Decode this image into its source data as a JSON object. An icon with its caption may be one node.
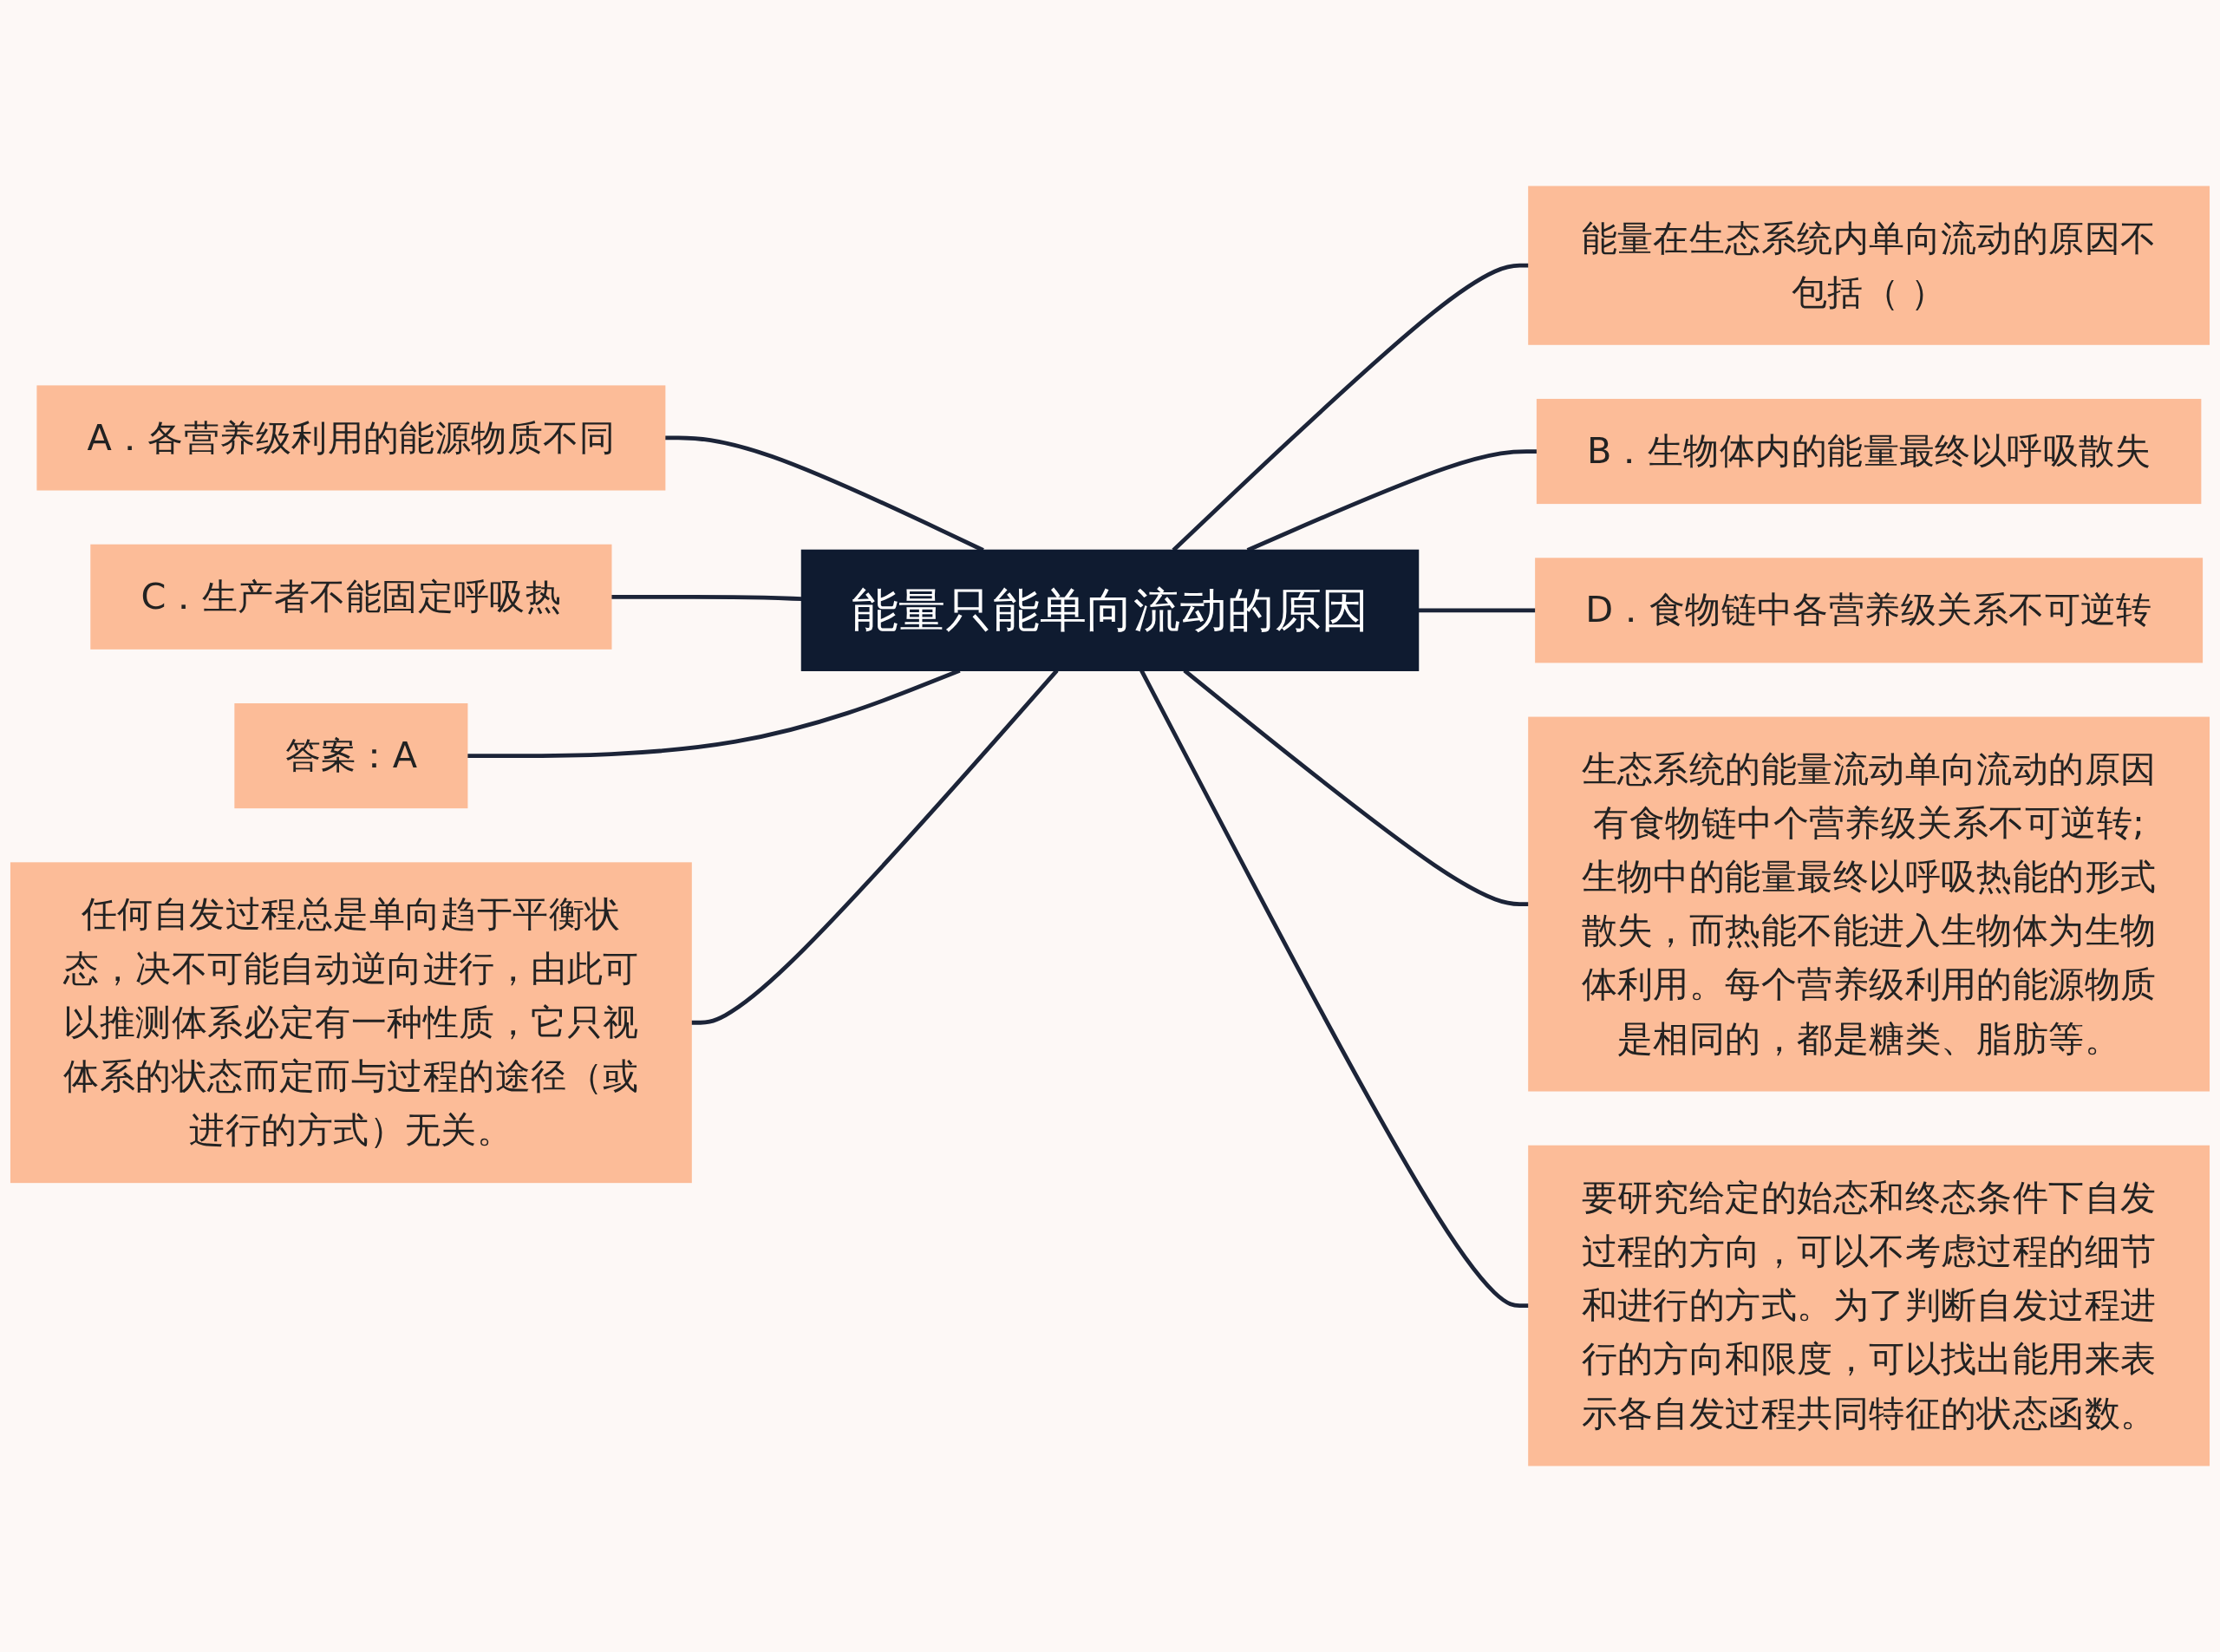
{
  "diagram": {
    "nodes": [
      {
        "text": [
          "能量只能单向流动的原因"
        ]
      },
      {
        "text": [
          "能量在生态系统内单向流动的原因不包括（ ）"
        ]
      },
      {
        "text": [
          "B．生物体内的能量最终以呼吸散失"
        ]
      },
      {
        "text": [
          "D．食物链中各营养级关系不可逆转"
        ]
      },
      {
        "text": [
          "生态系统的能量流动单向流动的原因有食物链中个营养级关系不可逆转;生物中的能量最终以呼吸热能的形式散失，而热能不能进入生物体为生物体利用。每个营养级利用的能源物质是相同的，都是糖类、脂肪等。"
        ]
      },
      {
        "text": [
          "要研究给定的始态和终态条件下自发过程的方向，可以不考虑过程的细节和进行的方式。为了判断自发过程进行的方向和限度，可以找出能用来表示各自发过程共同特征的状态函数。"
        ]
      },
      {
        "text": [
          "A．各营养级利用的能源物质不同"
        ]
      },
      {
        "text": [
          "C．生产者不能固定呼吸热"
        ]
      },
      {
        "text": [
          "答案：A"
        ]
      },
      {
        "text": [
          "任何自发过程总是单向趋于平衡状态，决不可能自动逆向进行，由此可以推测体系必定有一种性质，它只视体系的状态而定而与过程的途径（或进行的方式）无关。"
        ]
      }
    ],
    "edges": [
      {
        "from": 0,
        "to": 1,
        "arrow": "none"
      },
      {
        "from": 0,
        "to": 2,
        "arrow": "none"
      },
      {
        "from": 0,
        "to": 3,
        "arrow": "none"
      },
      {
        "from": 0,
        "to": 4,
        "arrow": "none"
      },
      {
        "from": 0,
        "to": 5,
        "arrow": "none"
      },
      {
        "from": 6,
        "to": 0,
        "arrow": "none"
      },
      {
        "from": 7,
        "to": 0,
        "arrow": "none"
      },
      {
        "from": 8,
        "to": 0,
        "arrow": "none"
      },
      {
        "from": 9,
        "to": 0,
        "arrow": "none"
      }
    ]
  }
}
